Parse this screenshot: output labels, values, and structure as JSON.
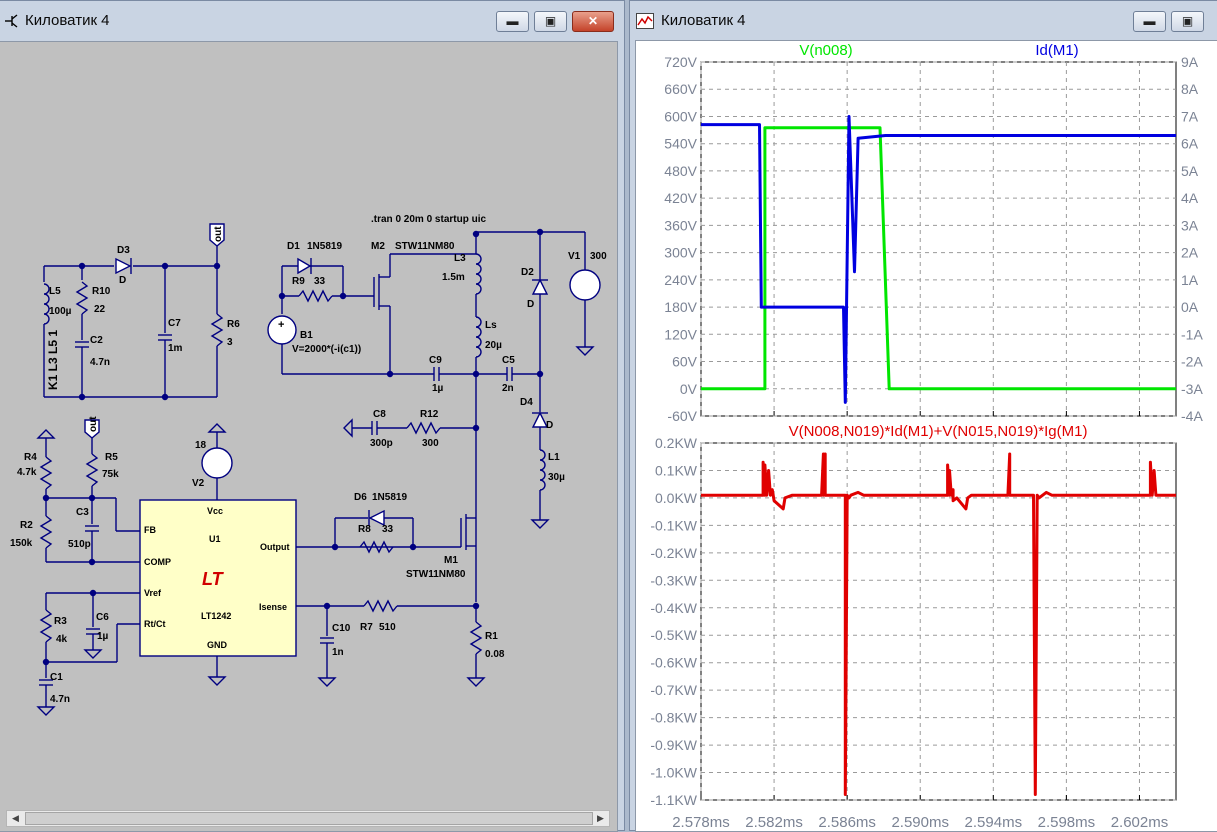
{
  "schematic_window": {
    "title": "Киловатик 4",
    "app_icon": "schematic-icon"
  },
  "plot_window": {
    "title": "Киловатик 4",
    "app_icon": "waveform-icon"
  },
  "window_buttons": {
    "minimize": "minimize-icon",
    "maximize": "maximize-icon",
    "close": "close-icon"
  },
  "schematic": {
    "directive": ".tran 0 20m 0 startup uic",
    "out_label": "out",
    "coupling": "K1 L3 L5 1",
    "ic": {
      "vcc": "Vcc",
      "ref": "U1",
      "fb": "FB",
      "comp": "COMP",
      "vref": "Vref",
      "rtct": "Rt/Ct",
      "output": "Output",
      "isense": "Isense",
      "gnd": "GND",
      "part": "LT1242",
      "logo": "LT"
    },
    "parts": {
      "L5": "L5",
      "L5v": "100µ",
      "R10": "R10",
      "R10v": "22",
      "C2": "C2",
      "C2v": "4.7n",
      "D3": "D3",
      "D3v": "D",
      "C7": "C7",
      "C7v": "1m",
      "R6": "R6",
      "R6v": "3",
      "D1": "D1",
      "D1v": "1N5819",
      "R9": "R9",
      "R9v": "33",
      "B1": "B1",
      "B1v": "V=2000*(-i(c1))",
      "M2": "M2",
      "M2v": "STW11NM80",
      "L3": "L3",
      "L3v": "1.5m",
      "Ls": "Ls",
      "Lsv": "20µ",
      "C9": "C9",
      "C9v": "1µ",
      "C5": "C5",
      "C5v": "2n",
      "D2": "D2",
      "D2v": "D",
      "V1": "V1",
      "V1v": "300",
      "C8": "C8",
      "C8v": "300p",
      "R12": "R12",
      "R12v": "300",
      "D4": "D4",
      "D4v": "D",
      "L1": "L1",
      "L1v": "30µ",
      "V2": "V2",
      "V2v": "18",
      "R4": "R4",
      "R4v": "4.7k",
      "R5": "R5",
      "R5v": "75k",
      "R2": "R2",
      "R2v": "150k",
      "C3": "C3",
      "C3v": "510p",
      "D6": "D6",
      "D6v": "1N5819",
      "R8": "R8",
      "R8v": "33",
      "M1": "M1",
      "M1v": "STW11NM80",
      "R3": "R3",
      "R3v": "4k",
      "C6": "C6",
      "C6v": "1µ",
      "C10": "C10",
      "C10v": "1n",
      "R7": "R7",
      "R7v": "510",
      "R1": "R1",
      "R1v": "0.08",
      "C1": "C1",
      "C1v": "4.7n"
    }
  },
  "chart_data": [
    {
      "type": "line",
      "x_range": [
        2.578,
        2.604
      ],
      "x_ticks": [
        "2.578ms",
        "2.582ms",
        "2.586ms",
        "2.590ms",
        "2.594ms",
        "2.598ms",
        "2.602ms"
      ],
      "y_left_ticks": [
        "720V",
        "660V",
        "600V",
        "540V",
        "480V",
        "420V",
        "360V",
        "300V",
        "240V",
        "180V",
        "120V",
        "60V",
        "0V",
        "-60V"
      ],
      "y_right_ticks": [
        "9A",
        "8A",
        "7A",
        "6A",
        "5A",
        "4A",
        "3A",
        "2A",
        "1A",
        "0A",
        "-1A",
        "-2A",
        "-3A",
        "-4A"
      ],
      "ylim_left": [
        -60,
        720
      ],
      "ylim_right": [
        -4,
        9
      ],
      "grid": true,
      "series": [
        {
          "name": "V(n008)",
          "color": "#00e600",
          "axis": "left",
          "x": [
            2.578,
            2.5812,
            2.5812,
            2.5815,
            2.5815,
            2.5818,
            2.5822,
            2.5824,
            2.5826,
            2.583,
            2.5835,
            2.5848,
            2.5848,
            2.5852,
            2.5854,
            2.5855,
            2.5858,
            2.5861,
            2.5863,
            2.5866,
            2.5874,
            2.5876,
            2.5877,
            2.5878,
            2.5883,
            2.5883,
            2.5888,
            2.5889,
            2.589,
            2.5891,
            2.5893,
            2.5895,
            2.5897,
            2.5899,
            2.5903,
            2.5915,
            2.5915,
            2.5918,
            2.5922,
            2.5926,
            2.5928,
            2.5934,
            2.5946,
            2.5949,
            2.595,
            2.5965,
            2.5969,
            2.5971,
            2.5971,
            2.5976,
            2.5979,
            2.5983,
            2.5985,
            2.599,
            2.599,
            2.5994,
            2.5995,
            2.5997,
            2.6007,
            2.6007,
            2.6012,
            2.6028,
            2.6031,
            2.6031,
            2.604
          ],
          "y": [
            0,
            0,
            0,
            0,
            575,
            575,
            575,
            575,
            575,
            575,
            575,
            575,
            575,
            575,
            575,
            575,
            575,
            575,
            575,
            575,
            575,
            575,
            575,
            575,
            0,
            0,
            0,
            0,
            0,
            0,
            0,
            0,
            0,
            0,
            0,
            0,
            0,
            0,
            0,
            0,
            0,
            0,
            0,
            0,
            0,
            0,
            0,
            0,
            0,
            0,
            0,
            0,
            0,
            0,
            0,
            0,
            0,
            0,
            0,
            0,
            0,
            0,
            0,
            0,
            0
          ]
        },
        {
          "name": "Id(M1)",
          "color": "#0000e0",
          "axis": "right",
          "x": [
            2.578,
            2.5812,
            2.5813,
            2.5814,
            2.5825,
            2.5838,
            2.5839,
            2.5848,
            2.5858,
            2.5859,
            2.5861,
            2.5864,
            2.5866,
            2.5881,
            2.5891,
            2.5892,
            2.5893,
            2.5894,
            2.5895,
            2.5896,
            2.5897,
            2.5898,
            2.5906,
            2.5915,
            2.5918,
            2.5923,
            2.5925,
            2.5927,
            2.5928,
            2.5934,
            2.5945,
            2.5949,
            2.5961,
            2.5964,
            2.5969,
            2.5971,
            2.5975,
            2.5983,
            2.5989,
            2.5993,
            2.6008,
            2.6027,
            2.6028,
            2.6029,
            2.6031,
            2.6036,
            2.604
          ],
          "y": [
            6.7,
            6.7,
            0,
            0,
            0,
            0,
            0,
            0,
            0,
            -3.5,
            7,
            1.3,
            6.2,
            6.3,
            6.3,
            6.3,
            6.3,
            6.3,
            6.3,
            6.3,
            6.3,
            6.3,
            6.3,
            6.3,
            6.3,
            6.3,
            6.3,
            6.3,
            6.3,
            6.3,
            6.3,
            6.3,
            6.3,
            6.3,
            6.3,
            6.3,
            6.3,
            6.3,
            6.3,
            6.3,
            6.3,
            6.3,
            6.3,
            6.3,
            6.3,
            6.3,
            6.3
          ]
        }
      ]
    },
    {
      "type": "line",
      "x_range": [
        2.578,
        2.604
      ],
      "y_ticks": [
        "0.2KW",
        "0.1KW",
        "0.0KW",
        "-0.1KW",
        "-0.2KW",
        "-0.3KW",
        "-0.4KW",
        "-0.5KW",
        "-0.6KW",
        "-0.7KW",
        "-0.8KW",
        "-0.9KW",
        "-1.0KW",
        "-1.1KW"
      ],
      "ylim": [
        -1.1,
        0.2
      ],
      "grid": true,
      "series": [
        {
          "name": "V(N008,N019)*Id(M1)+V(N015,N019)*Ig(M1)",
          "color": "#e00000",
          "x": [
            2.578,
            2.5814,
            2.5814,
            2.5815,
            2.5815,
            2.5816,
            2.5817,
            2.5818,
            2.5819,
            2.582,
            2.5825,
            2.5826,
            2.583,
            2.5846,
            2.5847,
            2.5847,
            2.5848,
            2.5848,
            2.5849,
            2.585,
            2.5859,
            2.5859,
            2.586,
            2.5861,
            2.5862,
            2.5866,
            2.5869,
            2.5873,
            2.5878,
            2.5882,
            2.5887,
            2.589,
            2.5892,
            2.5899,
            2.5915,
            2.5915,
            2.5916,
            2.5916,
            2.5917,
            2.5918,
            2.5918,
            2.592,
            2.5925,
            2.5926,
            2.5928,
            2.5948,
            2.5949,
            2.5949,
            2.595,
            2.5951,
            2.5962,
            2.5963,
            2.5964,
            2.5965,
            2.5969,
            2.5972,
            2.5977,
            2.5983,
            2.5988,
            2.5993,
            2.5998,
            2.601,
            2.6026,
            2.6026,
            2.6027,
            2.6028,
            2.6029,
            2.603,
            2.604
          ],
          "y": [
            0.01,
            0.01,
            0.13,
            0.01,
            0.12,
            0.01,
            0.1,
            0.01,
            0.03,
            -0.01,
            -0.04,
            0.0,
            0.01,
            0.01,
            0.16,
            0.01,
            0.16,
            0.01,
            0.01,
            0.01,
            0.01,
            -1.08,
            0.01,
            0.0,
            0.01,
            0.02,
            0.01,
            0.01,
            0.01,
            0.01,
            0.01,
            0.01,
            0.01,
            0.01,
            0.01,
            0.12,
            0.01,
            0.1,
            0.01,
            0.03,
            -0.01,
            0.0,
            -0.04,
            0.0,
            0.01,
            0.01,
            0.16,
            0.01,
            0.01,
            0.01,
            0.01,
            -1.08,
            0.01,
            0.0,
            0.02,
            0.01,
            0.01,
            0.01,
            0.01,
            0.01,
            0.01,
            0.01,
            0.01,
            0.13,
            0.01,
            0.1,
            0.01,
            0.01,
            0.01
          ]
        }
      ]
    }
  ]
}
